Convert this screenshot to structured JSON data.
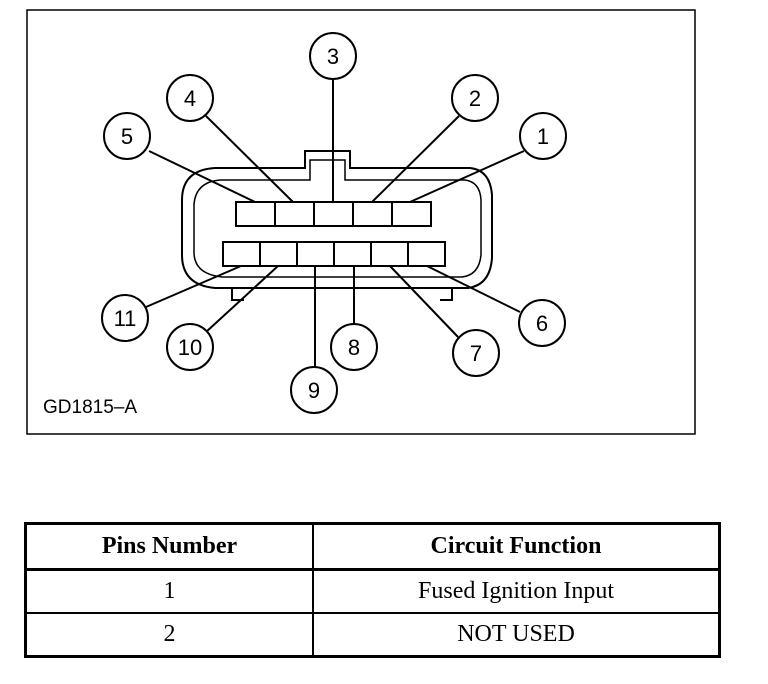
{
  "figure": {
    "id": "GD1815–A",
    "pin_callouts": [
      "1",
      "2",
      "3",
      "4",
      "5",
      "6",
      "7",
      "8",
      "9",
      "10",
      "11"
    ]
  },
  "table": {
    "headers": [
      "Pins Number",
      "Circuit Function"
    ],
    "rows": [
      [
        "1",
        "Fused Ignition Input"
      ],
      [
        "2",
        "NOT USED"
      ]
    ]
  }
}
